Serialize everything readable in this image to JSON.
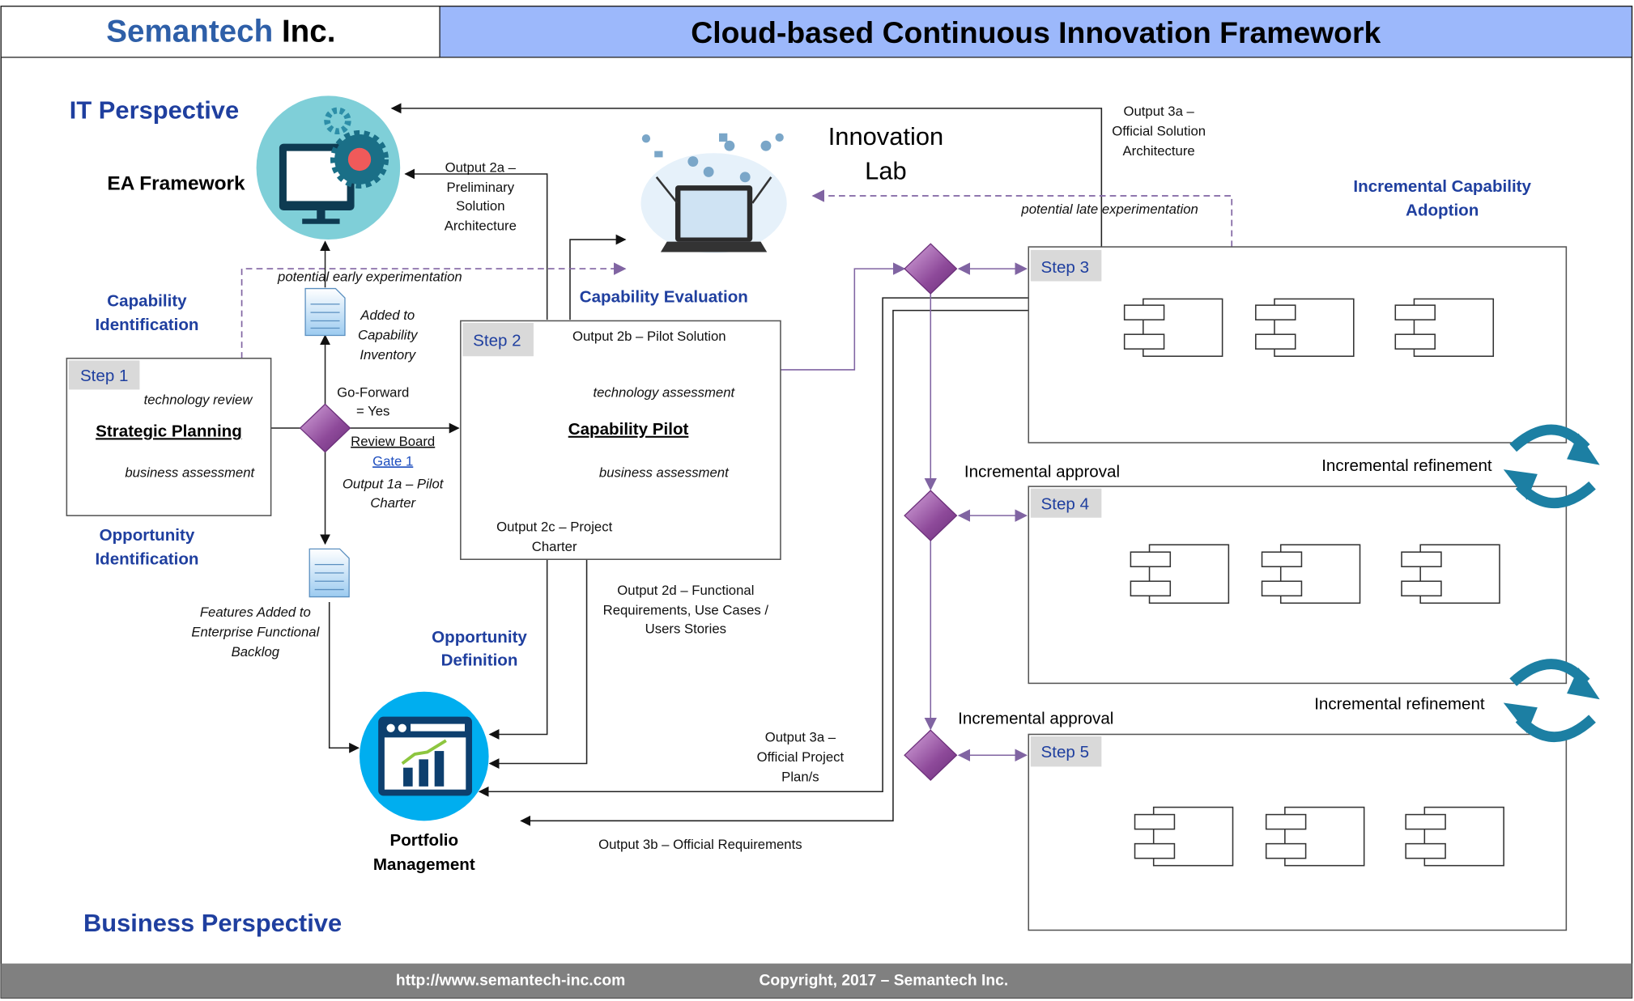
{
  "header": {
    "company_name": "Semantech",
    "company_suffix": "Inc.",
    "title": "Cloud-based Continuous Innovation Framework",
    "title_bg": "#9cb8fb"
  },
  "perspectives": {
    "it": "IT Perspective",
    "business": "Business Perspective"
  },
  "nodes": {
    "ea": "EA Framework",
    "lab": [
      "Innovation",
      "Lab"
    ],
    "portfolio": [
      "Portfolio",
      "Management"
    ]
  },
  "phases": {
    "cap_id": [
      "Capability",
      "Identification"
    ],
    "opp_id": [
      "Opportunity",
      "Identification"
    ],
    "cap_eval": "Capability Evaluation",
    "opp_def": [
      "Opportunity",
      "Definition"
    ],
    "inc_adopt": [
      "Incremental Capability",
      "Adoption"
    ]
  },
  "steps": {
    "s1": {
      "label": "Step 1",
      "title": "Strategic Planning",
      "top": "technology review",
      "bottom": "business assessment"
    },
    "s2": {
      "label": "Step 2",
      "title": "Capability Pilot",
      "top": "technology assessment",
      "bottom": "business assessment",
      "out2b": "Output 2b – Pilot Solution",
      "out2c": [
        "Output 2c – Project",
        "Charter"
      ]
    },
    "s3": {
      "label": "Step 3"
    },
    "s4": {
      "label": "Step 4"
    },
    "s5": {
      "label": "Step 5"
    }
  },
  "annotations": {
    "early": "potential  early experimentation",
    "late": "potential  late experimentation",
    "out2a": [
      "Output 2a –",
      "Preliminary",
      "Solution",
      "Architecture"
    ],
    "out3a_arch": [
      "Output 3a –",
      "Official Solution",
      "Architecture"
    ],
    "added": [
      "Added to",
      "Capability",
      "Inventory"
    ],
    "go": [
      "Go-Forward",
      "= Yes"
    ],
    "review": "Review Board",
    "gate": "Gate 1",
    "out1a": [
      "Output 1a – Pilot",
      "Charter"
    ],
    "features": [
      "Features Added to",
      "Enterprise Functional",
      "Backlog"
    ],
    "out2d": [
      "Output 2d – Functional",
      "Requirements, Use Cases /",
      "Users Stories"
    ],
    "out3a_plan": [
      "Output 3a –",
      "Official Project",
      "Plan/s"
    ],
    "out3b": "Output 3b – Official Requirements",
    "inc_approval": "Incremental approval",
    "inc_refine": "Incremental refinement"
  },
  "footer": {
    "url": "http://www.semantech-inc.com",
    "copyright": "Copyright, 2017 – Semantech Inc."
  },
  "colors": {
    "blue_text": "#1f3f9f",
    "diamond": "#8e4a9a",
    "flow_purple": "#8064a2",
    "footer": "#808080"
  }
}
